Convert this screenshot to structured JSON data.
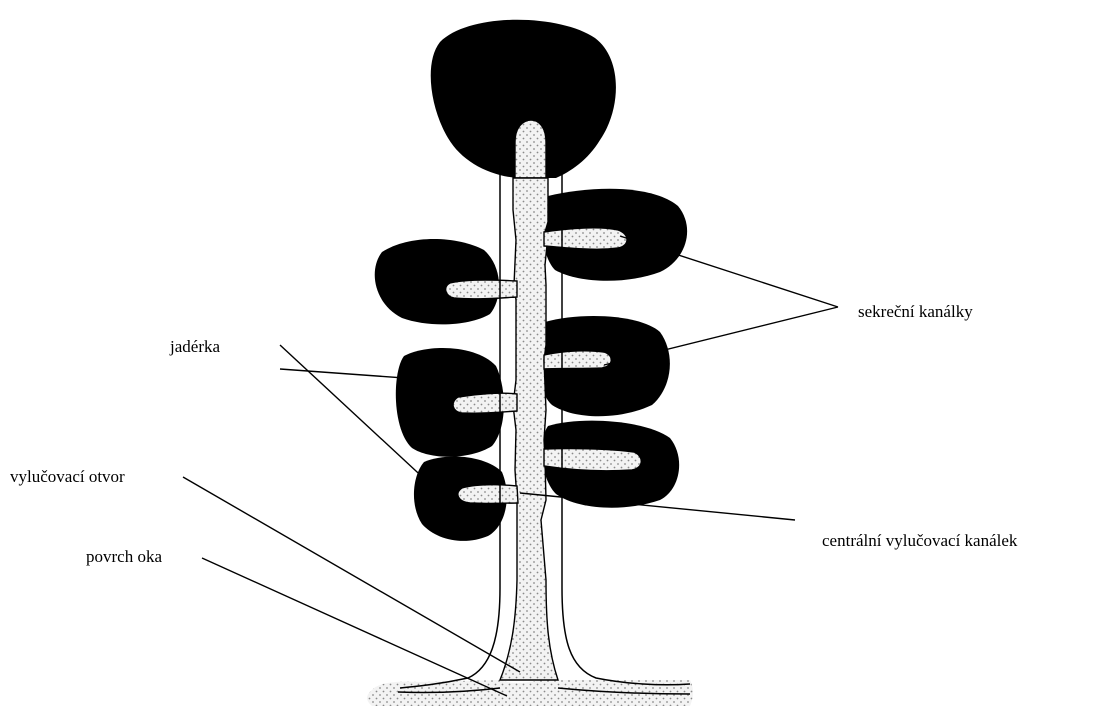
{
  "labels": {
    "secretory_canals": "sekreční kanálky",
    "lobules": "jadérka",
    "excretory_opening": "vylučovací otvor",
    "central_duct": "centrální vylučovací kanálek",
    "eye_surface": "povrch oka"
  },
  "colors": {
    "lobule_fill": "#000000",
    "duct_fill": "#f2f2f2",
    "dot_color": "#8a8a8a",
    "line_color": "#000000",
    "background": "#ffffff"
  }
}
